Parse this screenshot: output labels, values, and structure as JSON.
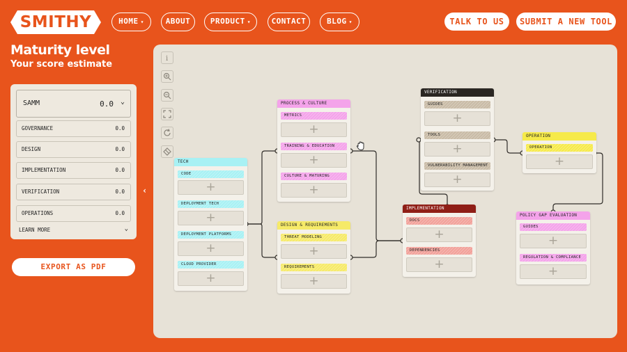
{
  "header": {
    "logo": "SMITHY",
    "nav": [
      {
        "label": "HOME",
        "has_dropdown": true
      },
      {
        "label": "ABOUT",
        "has_dropdown": false
      },
      {
        "label": "PRODUCT",
        "has_dropdown": true
      },
      {
        "label": "CONTACT",
        "has_dropdown": false
      },
      {
        "label": "BLOG",
        "has_dropdown": true
      }
    ],
    "cta_talk": "TALK TO US",
    "cta_submit": "SUBMIT A NEW TOOL"
  },
  "sidebar": {
    "title": "Maturity level",
    "subtitle": "Your score estimate",
    "samm": {
      "label": "SAMM",
      "value": "0.0"
    },
    "metrics": [
      {
        "label": "GOVERNANCE",
        "value": "0.0"
      },
      {
        "label": "DESIGN",
        "value": "0.0"
      },
      {
        "label": "IMPLEMENTATION",
        "value": "0.0"
      },
      {
        "label": "VERIFICATION",
        "value": "0.0"
      },
      {
        "label": "OPERATIONS",
        "value": "0.0"
      }
    ],
    "learn_more": "LEARN MORE",
    "export": "EXPORT AS PDF"
  },
  "canvas": {
    "tools": [
      "info-icon",
      "zoom-in-icon",
      "zoom-out-icon",
      "fit-view-icon",
      "reset-icon",
      "eraser-icon"
    ],
    "groups": {
      "tech": {
        "title": "TECH",
        "color": "#A8F1F4",
        "items": [
          "CODE",
          "DEPLOYMENT TECH",
          "DEPLOYMENT PLATFORMS",
          "CLOUD PROVIDER"
        ]
      },
      "process": {
        "title": "PROCESS & CULTURE",
        "color": "#F4A3EA",
        "items": [
          "METRICS",
          "TRAINING & EDUCATION",
          "CULTURE & MATURING"
        ]
      },
      "design": {
        "title": "DESIGN & REQUIREMENTS",
        "color": "#F6EA68",
        "items": [
          "THREAT MODELING",
          "REQUIREMENTS"
        ]
      },
      "verification": {
        "title": "VERIFICATION",
        "color": "#2A2622",
        "items": [
          "GUIDES",
          "TOOLS",
          "VULNERABILITY MANAGEMENT"
        ]
      },
      "implementation": {
        "title": "IMPLEMENTATION",
        "color": "#8F1E16",
        "items": [
          "DOCS",
          "DEPENDENCIES"
        ]
      },
      "operation": {
        "title": "OPERATION",
        "color": "#F6EA4A",
        "items": [
          "OPERATION"
        ]
      },
      "policy": {
        "title": "POLICY GAP EVALUATION",
        "color": "#F4A3EA",
        "items": [
          "GUIDES",
          "REGULATION & COMPLIANCE"
        ]
      }
    }
  },
  "colors": {
    "brand": "#E8541C",
    "panel": "#EEE9DF",
    "canvas": "#E7E2D7"
  }
}
